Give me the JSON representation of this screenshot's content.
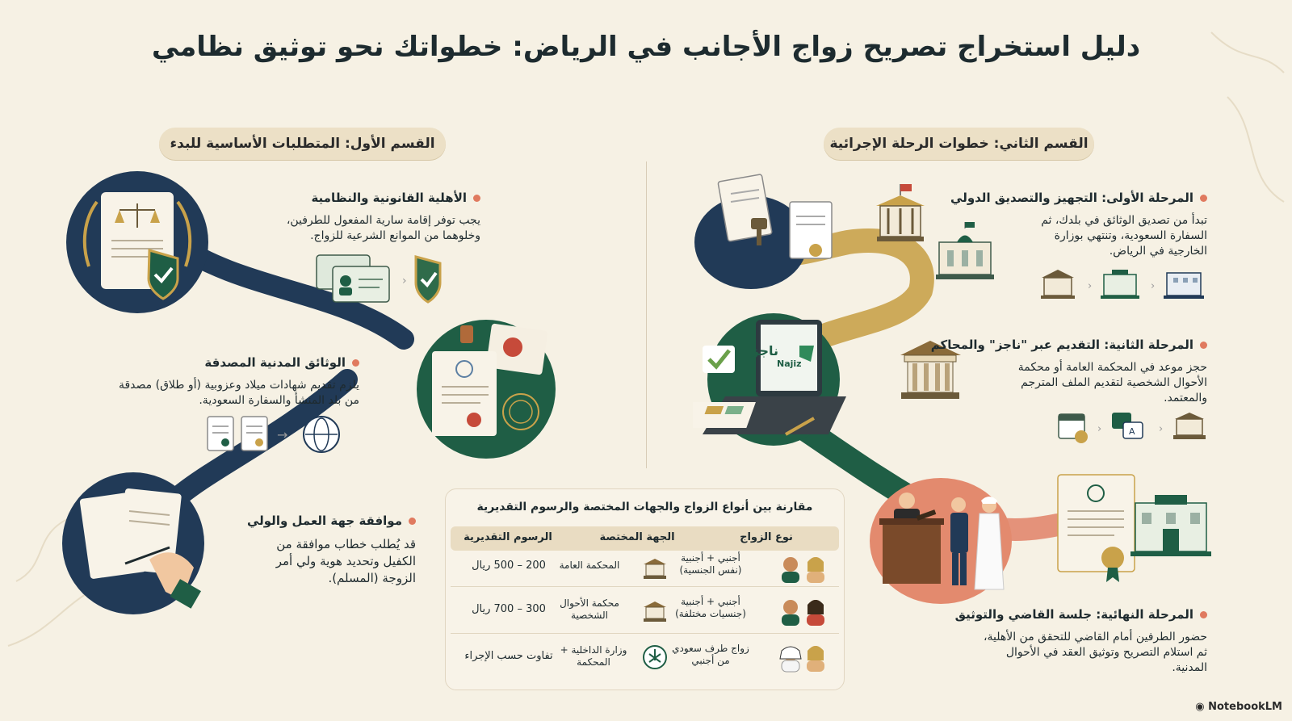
{
  "title": "دليل استخراج تصريح زواج الأجانب في الرياض: خطواتك نحو توثيق نظامي",
  "section1": {
    "header": "القسم الأول: المتطلبات الأساسية للبدء",
    "items": [
      {
        "title": "الأهلية القانونية والنظامية",
        "text": "يجب توفر إقامة سارية المفعول للطرفين، وخلوهما من الموانع الشرعية للزواج."
      },
      {
        "title": "الوثائق المدنية المصدقة",
        "text": "يلزم تقديم شهادات ميلاد وعزوبية (أو طلاق) مصدقة من بلد المنشأ والسفارة السعودية."
      },
      {
        "title": "موافقة جهة العمل والولي",
        "text": "قد يُطلب خطاب موافقة من الكفيل وتحديد هوية ولي أمر الزوجة (المسلم)."
      }
    ]
  },
  "section2": {
    "header": "القسم الثاني: خطوات الرحلة الإجرائية",
    "stages": [
      {
        "title": "المرحلة الأولى: التجهيز والتصديق الدولي",
        "text": "تبدأ من تصديق الوثائق في بلدك، ثم السفارة السعودية، وتنتهي بوزارة الخارجية في الرياض."
      },
      {
        "title": "المرحلة الثانية: التقديم عبر \"ناجز\" والمحاكم",
        "text": "حجز موعد في المحكمة العامة أو محكمة الأحوال الشخصية لتقديم الملف المترجم والمعتمد."
      },
      {
        "title": "المرحلة النهائية: جلسة القاضي والتوثيق",
        "text": "حضور الطرفين أمام القاضي للتحقق من الأهلية، ثم استلام التصريح وتوثيق العقد في الأحوال المدنية."
      }
    ]
  },
  "laptop_logo": {
    "ar": "ناجز",
    "en": "Najiz"
  },
  "table": {
    "title": "مقارنة بين أنواع الزواج والجهات المختصة والرسوم التقديرية",
    "headers": {
      "type": "نوع الزواج",
      "authority": "الجهة المختصة",
      "fees": "الرسوم التقديرية"
    },
    "rows": [
      {
        "type": "أجنبي + أجنبية (نفس الجنسية)",
        "authority": "المحكمة العامة",
        "fees": "200 – 500 ريال"
      },
      {
        "type": "أجنبي + أجنبية (جنسيات مختلفة)",
        "authority": "محكمة الأحوال الشخصية",
        "fees": "300 – 700 ريال"
      },
      {
        "type": "زواج طرف سعودي من أجنبي",
        "authority": "وزارة الداخلية + المحكمة",
        "fees": "تفاوت حسب الإجراء"
      }
    ]
  },
  "brand": "NotebookLM",
  "colors": {
    "navy": "#213a57",
    "green": "#1f5e45",
    "gold": "#c9a24a",
    "coral": "#e07a5f",
    "cream": "#f6f1e4"
  }
}
